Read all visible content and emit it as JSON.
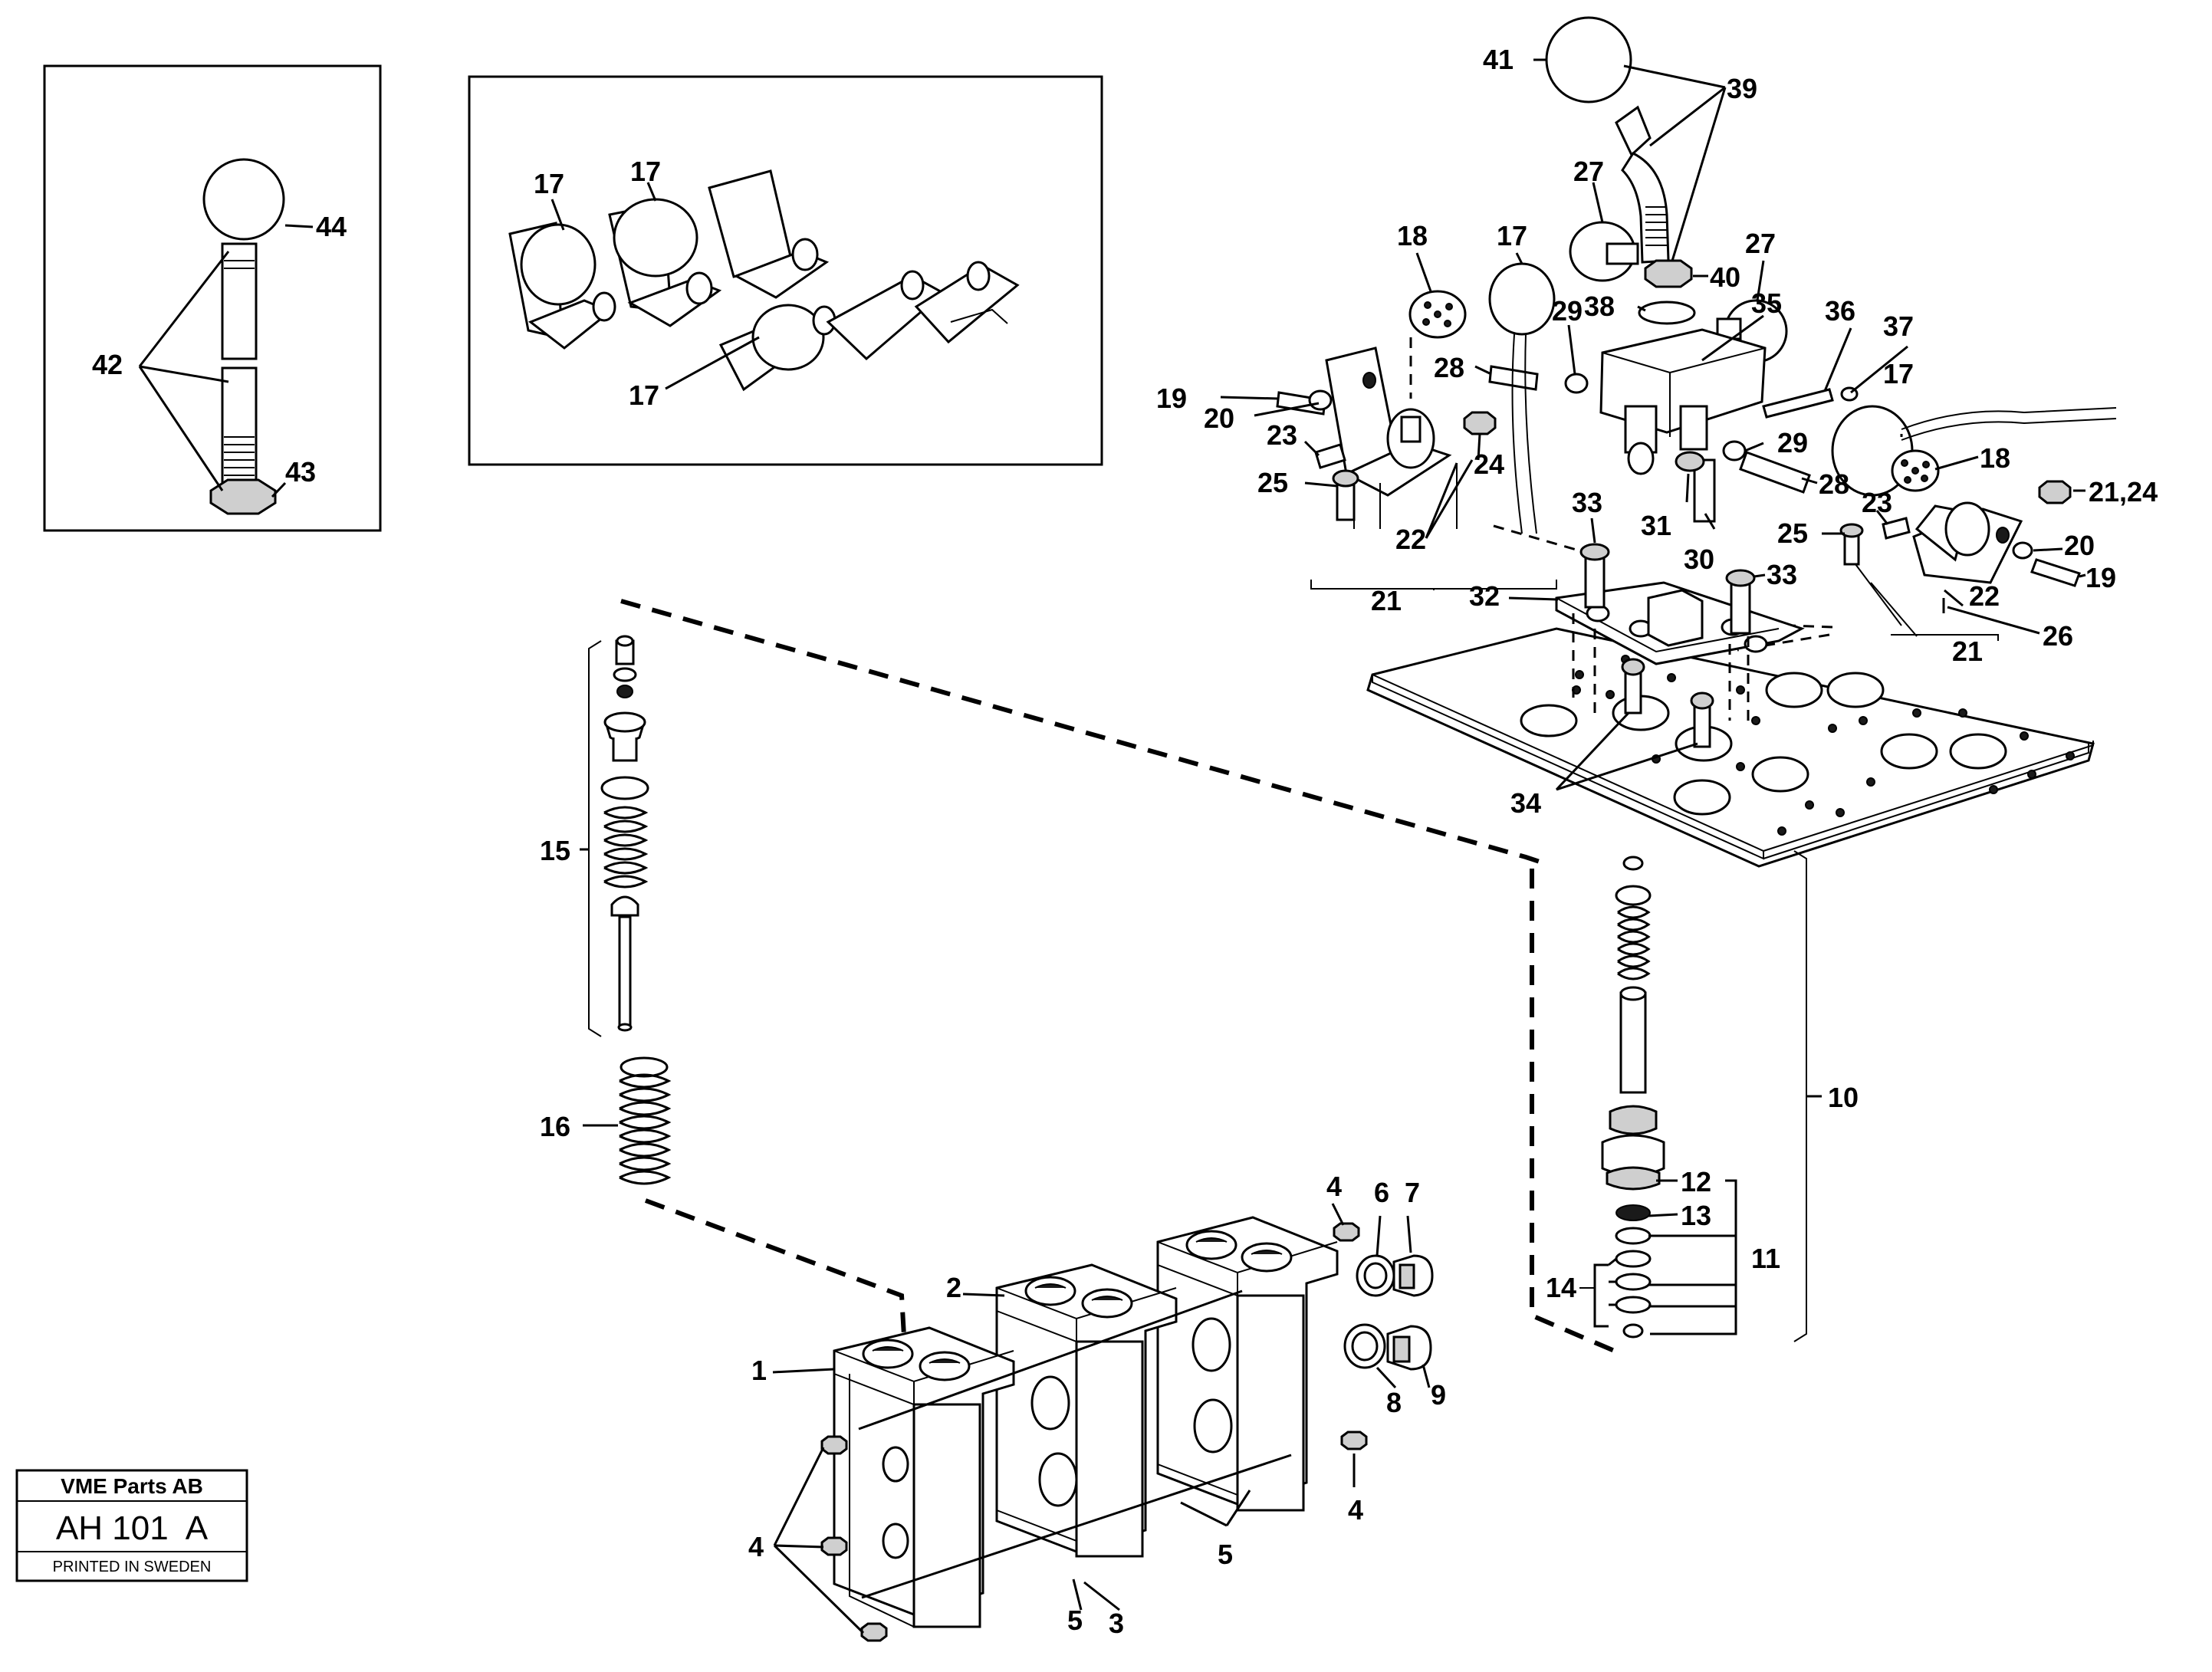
{
  "diagram": {
    "callouts": {
      "c1": "1",
      "c2": "2",
      "c3": "3",
      "c4a": "4",
      "c4b": "4",
      "c4c": "4",
      "c5a": "5",
      "c5b": "5",
      "c6": "6",
      "c7": "7",
      "c8": "8",
      "c9": "9",
      "c10": "10",
      "c11": "11",
      "c12": "12",
      "c13": "13",
      "c14": "14",
      "c15": "15",
      "c16": "16",
      "c17a": "17",
      "c17b": "17",
      "c17c": "17",
      "c17d": "17",
      "c17e": "17",
      "c18a": "18",
      "c18b": "18",
      "c19a": "19",
      "c19b": "19",
      "c20a": "20",
      "c20b": "20",
      "c21a": "21",
      "c21b": "21",
      "c21c": "21,24",
      "c22a": "22",
      "c22b": "22",
      "c23a": "23",
      "c23b": "23",
      "c24": "24",
      "c25a": "25",
      "c25b": "25",
      "c26": "26",
      "c27a": "27",
      "c27b": "27",
      "c28a": "28",
      "c28b": "28",
      "c29a": "29",
      "c29b": "29",
      "c30": "30",
      "c31": "31",
      "c32": "32",
      "c33a": "33",
      "c33b": "33",
      "c34": "34",
      "c35": "35",
      "c36": "36",
      "c37": "37",
      "c38": "38",
      "c39": "39",
      "c40": "40",
      "c41": "41",
      "c42": "42",
      "c43": "43",
      "c44": "44"
    }
  },
  "stamp": {
    "company": "VME Parts AB",
    "code": "AH 101  A",
    "printed": "PRINTED IN SWEDEN"
  }
}
